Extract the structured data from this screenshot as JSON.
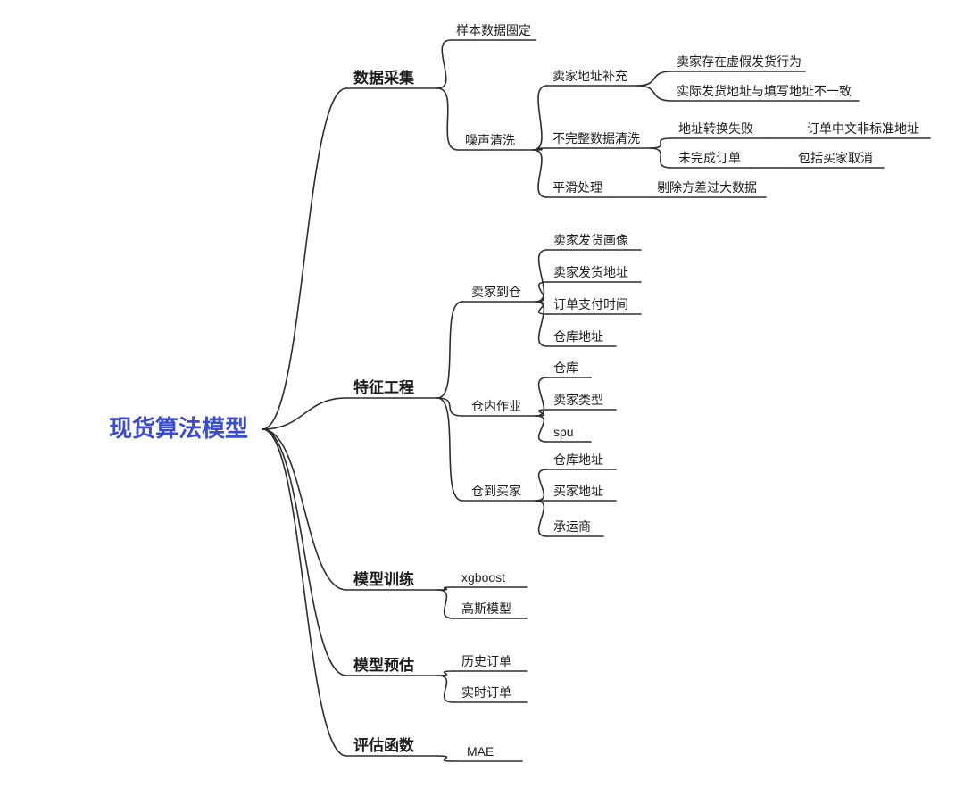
{
  "colors": {
    "background": "#ffffff",
    "root_topic": "#3b4bd0",
    "text": "#1c1c1c",
    "line": "#2d2d2d"
  },
  "mindmap": {
    "id": "root",
    "label": "现货算法模型",
    "children": [
      {
        "id": "data-collection",
        "label": "数据采集",
        "children": [
          {
            "id": "sample-data",
            "label": "样本数据圈定",
            "children": []
          },
          {
            "id": "noise-cleaning",
            "label": "噪声清洗",
            "children": [
              {
                "id": "seller-address-supplement",
                "label": "卖家地址补充",
                "children": [
                  {
                    "id": "fake-shipping",
                    "label": "卖家存在虚假发货行为",
                    "children": []
                  },
                  {
                    "id": "address-mismatch",
                    "label": "实际发货地址与填写地址不一致",
                    "children": []
                  }
                ]
              },
              {
                "id": "incomplete-data-cleaning",
                "label": "不完整数据清洗",
                "children": [
                  {
                    "id": "address-conversion-failure",
                    "label": "地址转换失败",
                    "children": [
                      {
                        "id": "nonstandard-address",
                        "label": "订单中文非标准地址",
                        "children": []
                      }
                    ]
                  },
                  {
                    "id": "unfinished-orders",
                    "label": "未完成订单",
                    "children": [
                      {
                        "id": "buyer-cancel",
                        "label": "包括买家取消",
                        "children": []
                      }
                    ]
                  }
                ]
              },
              {
                "id": "smoothing",
                "label": "平滑处理",
                "children": [
                  {
                    "id": "remove-variance",
                    "label": "剔除方差过大数据",
                    "children": []
                  }
                ]
              }
            ]
          }
        ]
      },
      {
        "id": "feature-engineering",
        "label": "特征工程",
        "children": [
          {
            "id": "seller-to-warehouse",
            "label": "卖家到仓",
            "children": [
              {
                "id": "seller-shipping-profile",
                "label": "卖家发货画像",
                "children": []
              },
              {
                "id": "seller-shipping-address",
                "label": "卖家发货地址",
                "children": []
              },
              {
                "id": "order-payment-time",
                "label": "订单支付时间",
                "children": []
              },
              {
                "id": "warehouse-address-1",
                "label": "仓库地址",
                "children": []
              }
            ]
          },
          {
            "id": "in-warehouse",
            "label": "仓内作业",
            "children": [
              {
                "id": "warehouse",
                "label": "仓库",
                "children": []
              },
              {
                "id": "seller-type",
                "label": "卖家类型",
                "children": []
              },
              {
                "id": "spu",
                "label": "spu",
                "children": []
              }
            ]
          },
          {
            "id": "warehouse-to-buyer",
            "label": "仓到买家",
            "children": [
              {
                "id": "warehouse-address-2",
                "label": "仓库地址",
                "children": []
              },
              {
                "id": "buyer-address",
                "label": "买家地址",
                "children": []
              },
              {
                "id": "carrier",
                "label": "承运商",
                "children": []
              }
            ]
          }
        ]
      },
      {
        "id": "model-training",
        "label": "模型训练",
        "children": [
          {
            "id": "xgboost",
            "label": "xgboost",
            "children": []
          },
          {
            "id": "gaussian-model",
            "label": "高斯模型",
            "children": []
          }
        ]
      },
      {
        "id": "model-prediction",
        "label": "模型预估",
        "children": [
          {
            "id": "historical-orders",
            "label": "历史订单",
            "children": []
          },
          {
            "id": "realtime-orders",
            "label": "实时订单",
            "children": []
          }
        ]
      },
      {
        "id": "evaluation-function",
        "label": "评估函数",
        "children": [
          {
            "id": "mae",
            "label": "MAE",
            "children": []
          }
        ]
      }
    ]
  }
}
